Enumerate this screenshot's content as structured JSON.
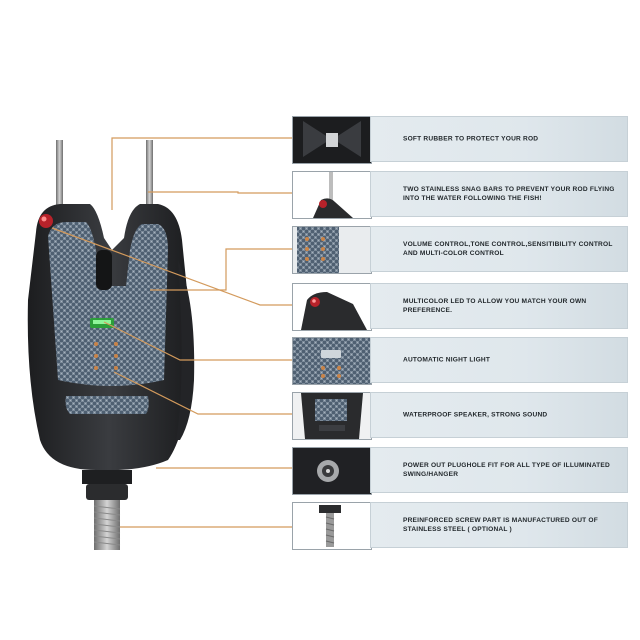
{
  "colors": {
    "leader_line": "#d39a5c",
    "housing": "#2a2c2f",
    "carbon_panel": "#5a6b7c",
    "caption_bg": "#e2e9ed",
    "led_red": "#c0262b",
    "led_green": "#3fbf4a",
    "thread_steel": "#a9a9a9"
  },
  "features": [
    {
      "caption": "SOFT RUBBER TO PROTECT YOUR ROD",
      "icon": "rubber-rod-rest-icon"
    },
    {
      "caption": "TWO STAINLESS SNAG BARS TO PREVENT YOUR ROD FLYING INTO THE WATER FOLLOWING THE FISH!",
      "icon": "snag-bars-icon"
    },
    {
      "caption": "VOLUME CONTROL,TONE CONTROL,SENSITIBILITY CONTROL AND MULTI-COLOR CONTROL",
      "icon": "control-buttons-icon"
    },
    {
      "caption": "MULTICOLOR LED TO ALLOW YOU MATCH YOUR OWN PREFERENCE.",
      "icon": "led-icon"
    },
    {
      "caption": "AUTOMATIC NIGHT LIGHT",
      "icon": "night-light-icon"
    },
    {
      "caption": "WATERPROOF SPEAKER, STRONG SOUND",
      "icon": "speaker-icon"
    },
    {
      "caption": "POWER OUT PLUGHOLE FIT FOR ALL TYPE OF ILLUMINATED SWING/HANGER",
      "icon": "plughole-icon"
    },
    {
      "caption": "PREINFORCED SCREW PART IS MANUFACTURED OUT OF STAINLESS STEEL  ( OPTIONAL )",
      "icon": "screw-thread-icon"
    }
  ]
}
